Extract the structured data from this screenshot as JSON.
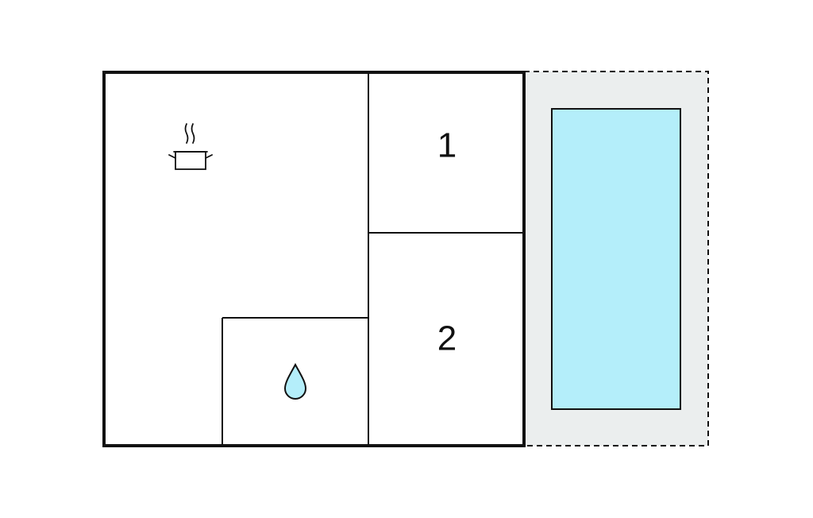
{
  "floorplan": {
    "colors": {
      "background": "#ffffff",
      "wall": "#111111",
      "terrace_fill": "#ebeeee",
      "pool_fill": "#b4eefa",
      "water_drop_fill": "#b4eefa"
    },
    "rooms": [
      {
        "id": "kitchen-living",
        "icon": "cooking-pot-icon"
      },
      {
        "id": "bedroom-1",
        "label": "1"
      },
      {
        "id": "bedroom-2",
        "label": "2"
      },
      {
        "id": "bathroom",
        "icon": "water-drop-icon"
      }
    ],
    "outdoor": {
      "terrace": "terrace-dashed-outline",
      "pool": "swimming-pool"
    }
  }
}
